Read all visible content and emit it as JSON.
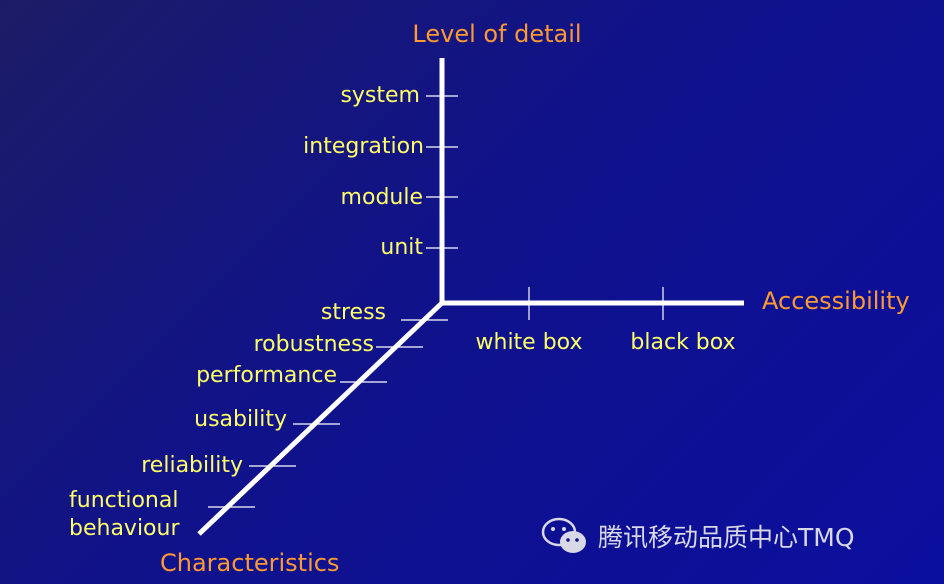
{
  "axes": {
    "vertical": {
      "title": "Level of detail",
      "levels": [
        "unit",
        "module",
        "integration",
        "system"
      ]
    },
    "horizontal": {
      "title": "Accessibility",
      "levels": [
        "white box",
        "black box"
      ]
    },
    "diagonal": {
      "title": "Characteristics",
      "levels": [
        "stress",
        "robustness",
        "performance",
        "usability",
        "reliability",
        "functional",
        "behaviour"
      ]
    }
  },
  "watermark": {
    "text": "腾讯移动品质中心TMQ",
    "icon": "wechat-icon"
  },
  "colors": {
    "background": "#10128a",
    "axis": "#ffffff",
    "label": "#ffff66",
    "title": "#ff9933"
  }
}
